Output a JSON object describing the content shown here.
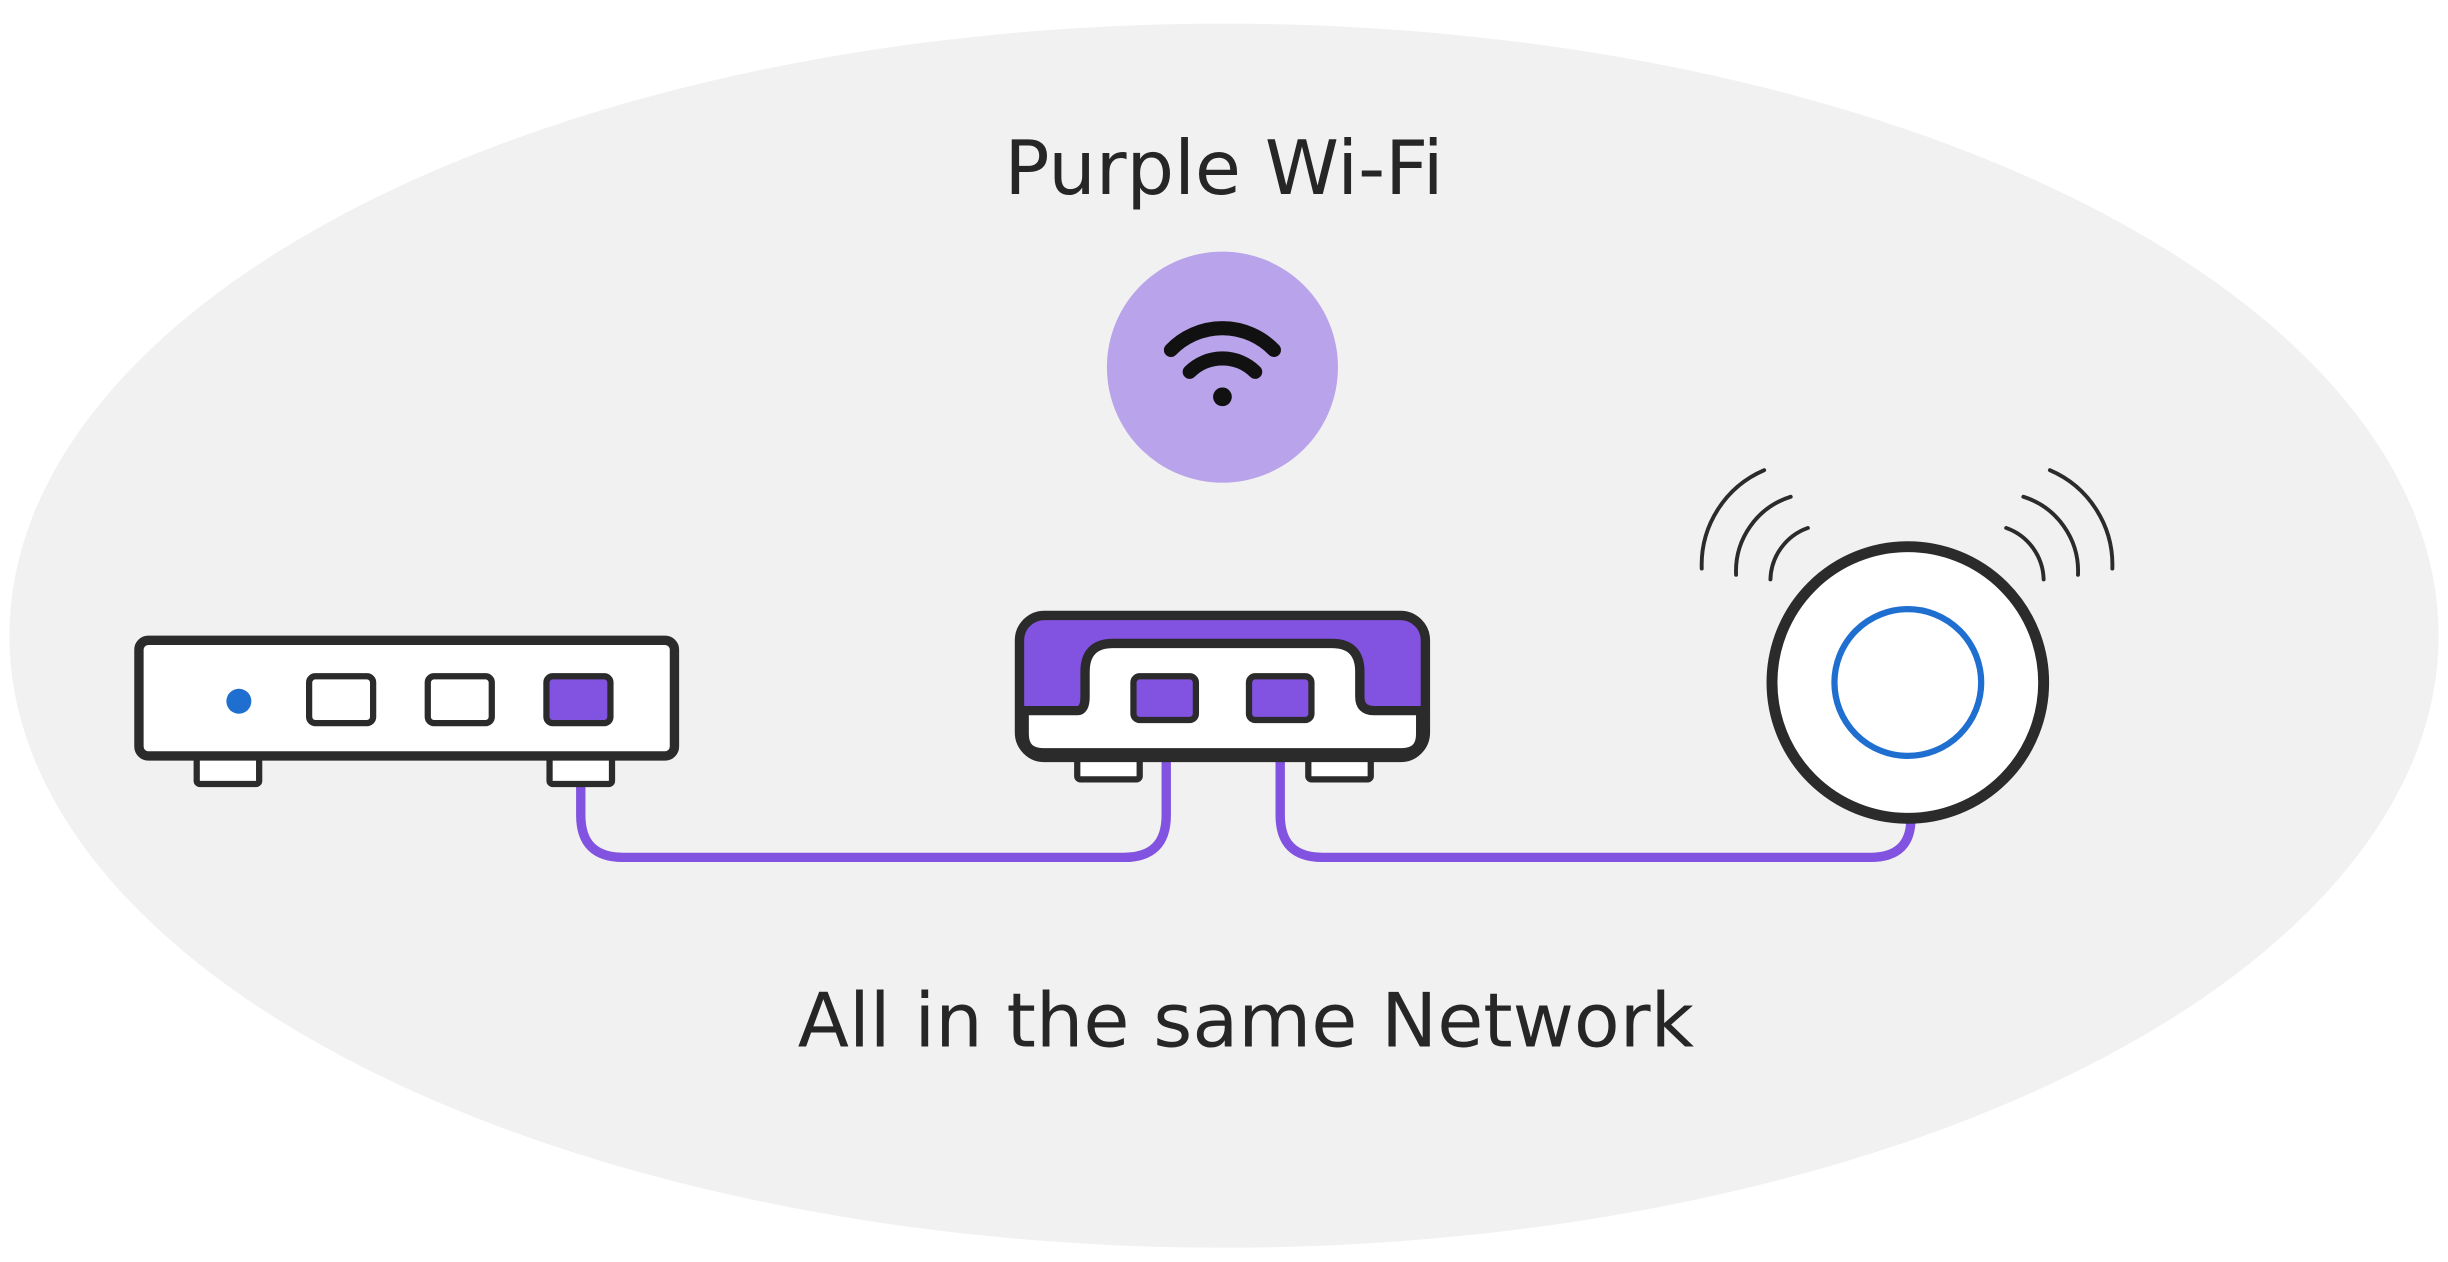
{
  "title": "Purple Wi-Fi",
  "caption": "All in the same Network",
  "colors": {
    "background_oval": "#f1f1f1",
    "accent_purple": "#8252e0",
    "wifi_badge": "#b9a3ea",
    "outline": "#2b2b2b",
    "device_fill": "#ffffff",
    "status_blue": "#1f6fd1"
  },
  "icons": {
    "wifi": "wifi-icon",
    "signal_waves": "signal-waves-icon"
  },
  "devices": [
    {
      "id": "modem",
      "icon": "modem-icon"
    },
    {
      "id": "purple-hub",
      "icon": "hub-icon"
    },
    {
      "id": "access-point",
      "icon": "access-point-icon"
    }
  ]
}
